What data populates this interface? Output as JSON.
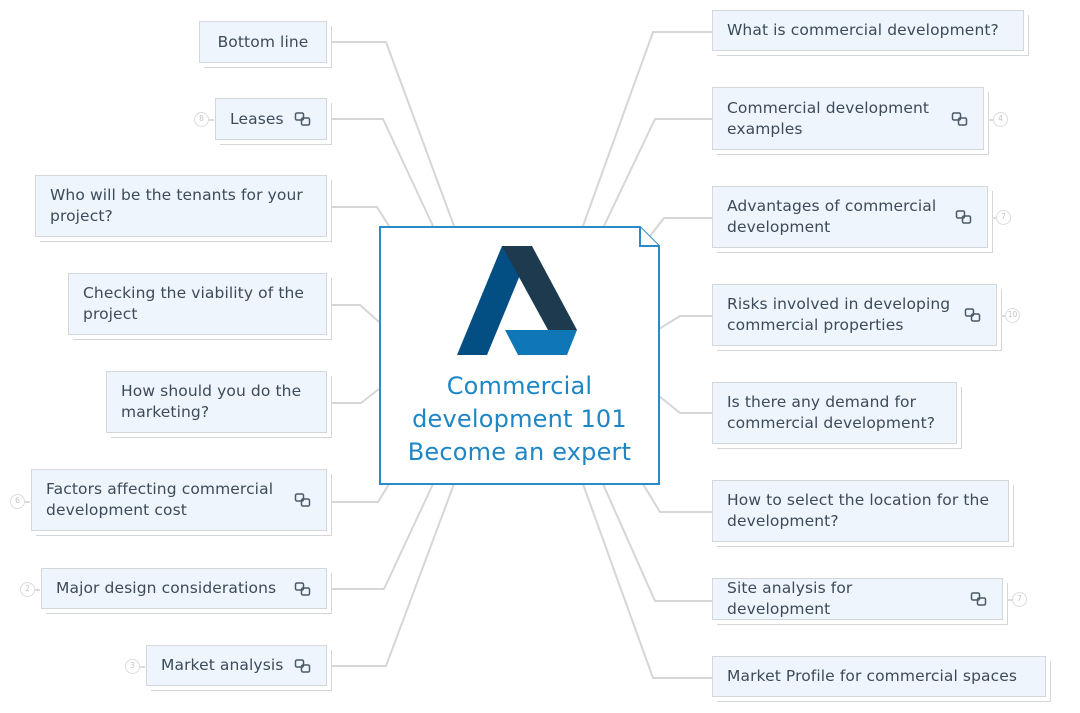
{
  "central_topic": {
    "line1": "Commercial",
    "line2": "development 101",
    "line3": "Become an expert",
    "logo_icon": "stylized-A-logo",
    "border_color": "#2a8bc8",
    "text_color": "#1f86c5",
    "logo_colors": [
      "#034f84",
      "#1e3a4f",
      "#0f77b6"
    ]
  },
  "left_topics": [
    {
      "label": "Bottom line",
      "link_icon": false
    },
    {
      "label": "Leases",
      "link_icon": true,
      "badge": "8"
    },
    {
      "label": "Who will be the tenants for your project?",
      "link_icon": false
    },
    {
      "label": "Checking the viability of the project",
      "link_icon": false
    },
    {
      "label": "How should you do the marketing?",
      "link_icon": false
    },
    {
      "label": "Factors affecting commercial development cost",
      "link_icon": true,
      "badge": "6"
    },
    {
      "label": "Major design considerations",
      "link_icon": true,
      "badge": "2"
    },
    {
      "label": "Market analysis",
      "link_icon": true,
      "badge": "3"
    }
  ],
  "right_topics": [
    {
      "label": "What is commercial development?",
      "link_icon": false
    },
    {
      "label": "Commercial development examples",
      "link_icon": true,
      "badge": "4"
    },
    {
      "label": "Advantages of commercial development",
      "link_icon": true,
      "badge": "7"
    },
    {
      "label": "Risks involved in developing commercial properties",
      "link_icon": true,
      "badge": "10"
    },
    {
      "label": "Is there any demand for commercial development?",
      "link_icon": false
    },
    {
      "label": "How to select the location for the development?",
      "link_icon": false
    },
    {
      "label": "Site analysis for development",
      "link_icon": true,
      "badge": "7"
    },
    {
      "label": "Market Profile for commercial spaces",
      "link_icon": false
    }
  ],
  "colors": {
    "node_fill": "#eef5fc",
    "node_border": "#d3d7da",
    "node_text": "#3d4b58",
    "connector": "#d6d6d6"
  }
}
